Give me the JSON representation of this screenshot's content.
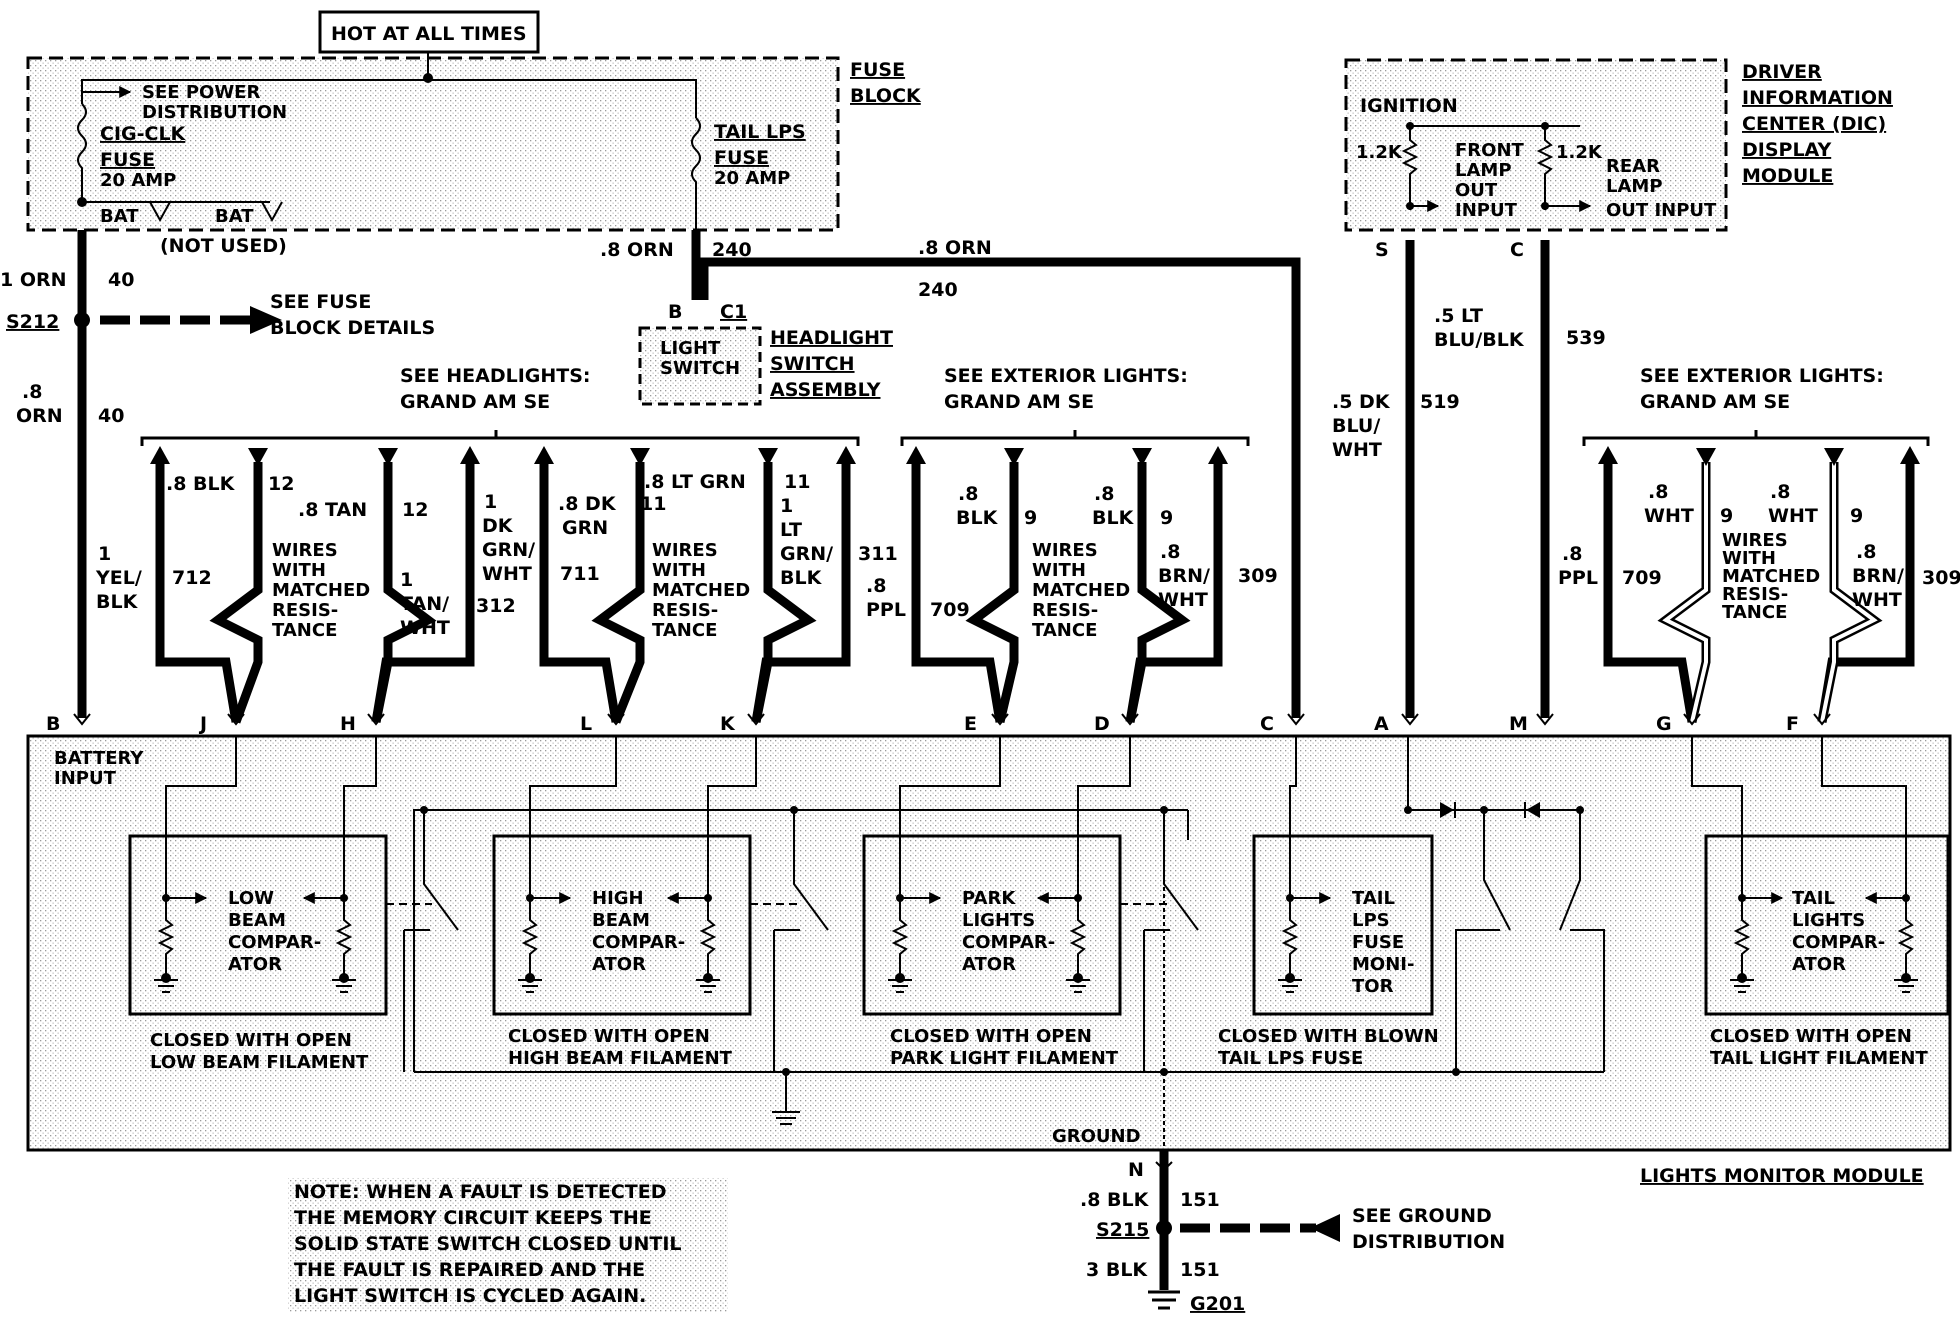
{
  "header": {
    "hot_at_all_times": "HOT AT ALL TIMES",
    "fuse_block": [
      "FUSE",
      "BLOCK"
    ],
    "see_power": [
      "SEE POWER",
      "DISTRIBUTION"
    ],
    "cig_fuse": [
      "CIG-CLK",
      "FUSE",
      "20 AMP"
    ],
    "tail_fuse": [
      "TAIL LPS",
      "FUSE",
      "20 AMP"
    ],
    "bat1": "BAT",
    "bat2": "BAT",
    "not_used": "(NOT USED)"
  },
  "dic": {
    "title": [
      "DRIVER",
      "INFORMATION",
      "CENTER (DIC)",
      "DISPLAY",
      "MODULE"
    ],
    "ignition": "IGNITION",
    "r1": "1.2K",
    "r2": "1.2K",
    "front": [
      "FRONT",
      "LAMP",
      "OUT",
      "INPUT"
    ],
    "rear": [
      "REAR",
      "LAMP",
      "OUT INPUT"
    ],
    "pin_s": "S",
    "pin_c": "C"
  },
  "splice": {
    "s212": "S212",
    "see_fuse_block": [
      "SEE FUSE",
      "BLOCK DETAILS"
    ],
    "s215": "S215",
    "g201": "G201",
    "see_ground": [
      "SEE GROUND",
      "DISTRIBUTION"
    ]
  },
  "switch": {
    "label": [
      "LIGHT",
      "SWITCH"
    ],
    "assembly": [
      "HEADLIGHT",
      "SWITCH",
      "ASSEMBLY"
    ],
    "pin_b": "B",
    "c1": "C1"
  },
  "wires": {
    "orn40a": [
      "1 ORN",
      "40"
    ],
    "orn40b": [
      ".8",
      "ORN",
      "40"
    ],
    "orn240a": [
      ".8 ORN",
      "240"
    ],
    "orn240b": [
      ".8 ORN",
      "240"
    ],
    "w519": [
      ".5 DK",
      "BLU/",
      "WHT",
      "519"
    ],
    "w539": [
      ".5 LT",
      "BLU/BLK",
      "539"
    ],
    "blk151a": [
      ".8 BLK",
      "151"
    ],
    "blk151b": [
      "3 BLK",
      "151"
    ]
  },
  "groups": {
    "headlights": [
      "SEE HEADLIGHTS:",
      "GRAND AM SE"
    ],
    "ext_lights_1": [
      "SEE EXTERIOR LIGHTS:",
      "GRAND AM SE"
    ],
    "ext_lights_2": [
      "SEE EXTERIOR LIGHTS:",
      "GRAND AM SE"
    ]
  },
  "branch_labels": {
    "blk12": [
      ".8 BLK",
      "12"
    ],
    "yel712": [
      "1",
      "YEL/",
      "BLK",
      "712"
    ],
    "tan12": [
      ".8 TAN",
      "12"
    ],
    "tan312": [
      "1",
      "TAN/",
      "WHT",
      "312"
    ],
    "dkgrn711": [
      "1",
      "DK",
      "GRN/",
      "WHT",
      "711"
    ],
    "dkgrn11": [
      ".8 DK",
      "GRN",
      "11"
    ],
    "ltgrn11": [
      ".8 LT GRN",
      "11"
    ],
    "ltgrn311": [
      "1",
      "LT",
      "GRN/",
      "BLK",
      "311"
    ],
    "ppl709a": [
      ".8",
      "PPL",
      "709"
    ],
    "blk9a": [
      ".8",
      "BLK",
      "9"
    ],
    "blk9b": [
      ".8",
      "BLK",
      "9"
    ],
    "brn309a": [
      ".8",
      "BRN/",
      "WHT",
      "309"
    ],
    "ppl709b": [
      ".8",
      "PPL",
      "709"
    ],
    "wht9a": [
      ".8",
      "WHT",
      "9"
    ],
    "wht9b": [
      ".8",
      "WHT",
      "9"
    ],
    "brn309b": [
      ".8",
      "BRN/",
      "WHT",
      "309"
    ],
    "matched": [
      "WIRES",
      "WITH",
      "MATCHED",
      "RESIS-",
      "TANCE"
    ]
  },
  "pins": [
    "B",
    "J",
    "H",
    "L",
    "K",
    "E",
    "D",
    "C",
    "A",
    "M",
    "G",
    "F",
    "N"
  ],
  "module": {
    "title": "LIGHTS MONITOR MODULE",
    "battery_input": [
      "BATTERY",
      "INPUT"
    ],
    "ground": "GROUND",
    "comparators": {
      "low": [
        "LOW",
        "BEAM",
        "COMPAR-",
        "ATOR"
      ],
      "high": [
        "HIGH",
        "BEAM",
        "COMPAR-",
        "ATOR"
      ],
      "park": [
        "PARK",
        "LIGHTS",
        "COMPAR-",
        "ATOR"
      ],
      "tailfuse": [
        "TAIL",
        "LPS",
        "FUSE",
        "MONI-",
        "TOR"
      ],
      "tail": [
        "TAIL",
        "LIGHTS",
        "COMPAR-",
        "ATOR"
      ]
    },
    "notes": {
      "low": [
        "CLOSED WITH OPEN",
        "LOW BEAM FILAMENT"
      ],
      "high": [
        "CLOSED WITH OPEN",
        "HIGH BEAM FILAMENT"
      ],
      "park": [
        "CLOSED WITH OPEN",
        "PARK LIGHT FILAMENT"
      ],
      "tailfuse": [
        "CLOSED WITH BLOWN",
        "TAIL LPS FUSE"
      ],
      "tail": [
        "CLOSED WITH OPEN",
        "TAIL LIGHT FILAMENT"
      ]
    }
  },
  "footnote": [
    "NOTE: WHEN A FAULT IS DETECTED",
    "THE MEMORY CIRCUIT KEEPS THE",
    "SOLID STATE SWITCH CLOSED UNTIL",
    "THE FAULT IS REPAIRED AND THE",
    "LIGHT SWITCH IS CYCLED AGAIN."
  ]
}
